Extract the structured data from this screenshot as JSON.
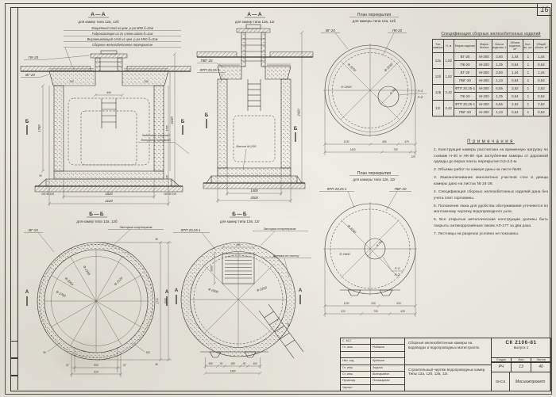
{
  "page": {
    "number": "16"
  },
  "secA1": {
    "title": "А—А",
    "sub": "для камер типа 12а, 12б",
    "layers": [
      "Защитный слой из цем. р-ра М50 δ=2см",
      "Гидроизоляция из 2х слоев изола δ=1см",
      "Выравнивающий слой из цем. р-ра М50 δ=2см",
      "Сборное железобетонное перекрытие"
    ],
    "lbl_pk": "ПК-20",
    "lbl_vg": "ВГ-20",
    "mark": "Б",
    "seal1": "Заделать горячей",
    "seal2": "битумной заливкой",
    "dims": {
      "h_in": "1780",
      "s50": "50",
      "h_out": "2160",
      "h2": "1795",
      "h3": "135",
      "w_in": "1820",
      "w_out": "2120",
      "sm_l": "100 90 150",
      "sm_r": "150 90 100",
      "neck": "690",
      "t100a": "100",
      "t100b": "100"
    }
  },
  "secA2": {
    "title": "А—А",
    "sub": "для камер типа 12в, 12г",
    "lbl_pvg": "ПВГ-20",
    "lbl_ftp": "ФТП 20,25-1",
    "mark": "Б",
    "beton": "Бетон М-100",
    "dims": {
      "w_in": "1400",
      "w_out": "2000",
      "h_out": "2420"
    }
  },
  "plan1": {
    "title": "План перекрытия",
    "sub": "для камеры типа 12а, 12б",
    "lbl_vg": "ВГ-20",
    "lbl_pk": "ПК-20",
    "d2000": "Ф 2000",
    "d2200": "Ф 2200",
    "d2240": "Ф 2240",
    "d700": "Ф 700",
    "m1": "А-1",
    "m2": "А-2",
    "r1": [
      "1130",
      "680",
      "470"
    ],
    "r2": [
      "1420",
      "700",
      "120"
    ]
  },
  "plan2": {
    "title": "План перекрытия",
    "sub": "для камеры типа 12в, 12г",
    "lbl_ftp": "ФТП 20,25-1",
    "lbl_pvg": "ПВГ-20",
    "d2240": "Ф 2240",
    "d2000": "Ф 2000",
    "d700": "Ф 700",
    "m1": "А-1",
    "m2": "А-2",
    "r1": [
      "1130",
      "200",
      "910"
    ],
    "r2": [
      "910",
      "700",
      "630"
    ]
  },
  "secB1": {
    "title": "Б—Б",
    "sub": "для камер типа 12а, 12б",
    "lbl_vg": "ВГ-20",
    "lbl_zat": "Затирка полутерком",
    "d2000": "Ф 2000",
    "d2200": "Ф 2200",
    "d1700": "Ф 1700",
    "d2120": "Ф 2120",
    "mark": "А",
    "v1": "1774",
    "v2": "1930",
    "t36a": "36",
    "t36b": "36",
    "b57a": "57",
    "b800": "800",
    "b57b": "57",
    "b914": "914",
    "l50": "50",
    "l100": "100"
  },
  "secB2": {
    "title": "Б—Б",
    "sub": "для камер типа 12в, 12г",
    "lbl_ftp": "ФТП 20,25-1",
    "lbl_zat": "Затирка полутерком",
    "lbl_dren": "Дренаж по листу",
    "d2000": "Ф 2000",
    "d2250": "Ф 2250",
    "mark": "А",
    "t380": "380",
    "t1000": "1000",
    "t700": "700",
    "bot": [
      "160",
      "50",
      "180",
      "50",
      "160"
    ],
    "b1300": "1300"
  },
  "spec": {
    "title": "Спецификация сборных железобетонных изделий",
    "headers": [
      "Тип камеры",
      "Н, м",
      "Марка изделия",
      "Марка бетона",
      "Масса изделия, т",
      "Объем изделия, м³",
      "Кол-во, шт.",
      "Общий объем, м³"
    ],
    "rows": [
      {
        "type": "12а",
        "h": "1,62",
        "mark": "ВГ-20",
        "beton": "М-300",
        "mass": "2,60",
        "vol": "1,44",
        "qty": "1",
        "total": "1,44"
      },
      {
        "mark": "ПК-20",
        "beton": "М-200",
        "mass": "1,35",
        "vol": "0,54",
        "qty": "1",
        "total": "0,54"
      },
      {
        "type": "12б",
        "h": "1,62",
        "mark": "ВГ-20",
        "beton": "М-300",
        "mass": "2,60",
        "vol": "1,44",
        "qty": "1",
        "total": "1,44"
      },
      {
        "mark": "ПВГ-20",
        "beton": "М-300",
        "mass": "1,43",
        "vol": "0,54",
        "qty": "1",
        "total": "0,54"
      },
      {
        "type": "12в",
        "h": "2,42",
        "mark": "ФТП 20,25-1",
        "beton": "М-300",
        "mass": "6,55",
        "vol": "2,62",
        "qty": "1",
        "total": "2,62"
      },
      {
        "mark": "ПК-20",
        "beton": "М-200",
        "mass": "1,35",
        "vol": "0,54",
        "qty": "1",
        "total": "0,54"
      },
      {
        "type": "12г",
        "h": "2,42",
        "mark": "ФТП 20,25-1",
        "beton": "М-300",
        "mass": "6,55",
        "vol": "2,62",
        "qty": "1",
        "total": "2,62"
      },
      {
        "mark": "ПВГ-20",
        "beton": "М-300",
        "mass": "1,43",
        "vol": "0,54",
        "qty": "1",
        "total": "0,54"
      }
    ]
  },
  "notes": {
    "title": "Примечания",
    "items": [
      "1. Конструкция камеры рассчитана на временную нагрузку по схемам Н-30 и НК-80 при заглублении камеры от дорожной одежды до верха плиты перекрытия 0,5-2,0 м.",
      "2. Объемы работ по камере даны на листе №30.",
      "3. Замоноличивание монолитных участков стен и днища камеры дано на листах № 24-28.",
      "4. Спецификация сборных железобетонных изделий дана без учета плит горловины.",
      "5. Положение люка для удобства обслуживания уточняется по монтажному чертежу водопроводного узла.",
      "6. Все открытые металлические конструкции должны быть покрыты антикоррозийным лаком АЛ-177 за два раза.",
      "7. Лестницы на разрезах условно не показаны."
    ]
  },
  "stamp": {
    "sig_rows": [
      {
        "role": "С. М-2",
        "name": ""
      },
      {
        "role": "Гл. инж.",
        "name": "Рыбаков"
      },
      {
        "role": "",
        "name": ""
      },
      {
        "role": "Нач. отд.",
        "name": "Кулешов"
      },
      {
        "role": "Гл. инж.",
        "name": "Зорина"
      },
      {
        "role": "Ст. инж.",
        "name": "Виноградов"
      },
      {
        "role": "Проектир.",
        "name": "Пономарева"
      },
      {
        "role": "Чертил",
        "name": ""
      }
    ],
    "object1": "Сборные железобетонные камеры на водоводах и водопроводных магистралях.",
    "object2": "Строительный чертеж водопроводных камер. Типы 12а, 12б, 12в, 12г.",
    "doc": "СК 2106-81",
    "issue": "выпуск 1",
    "col_stage": "Стадия",
    "col_sheet": "Лист",
    "col_sheets": "Листов",
    "val_stage": "РЧ",
    "val_sheet": "13",
    "val_sheets": "40",
    "org1": "ОНСК",
    "org2": "Мосинжпроект"
  }
}
